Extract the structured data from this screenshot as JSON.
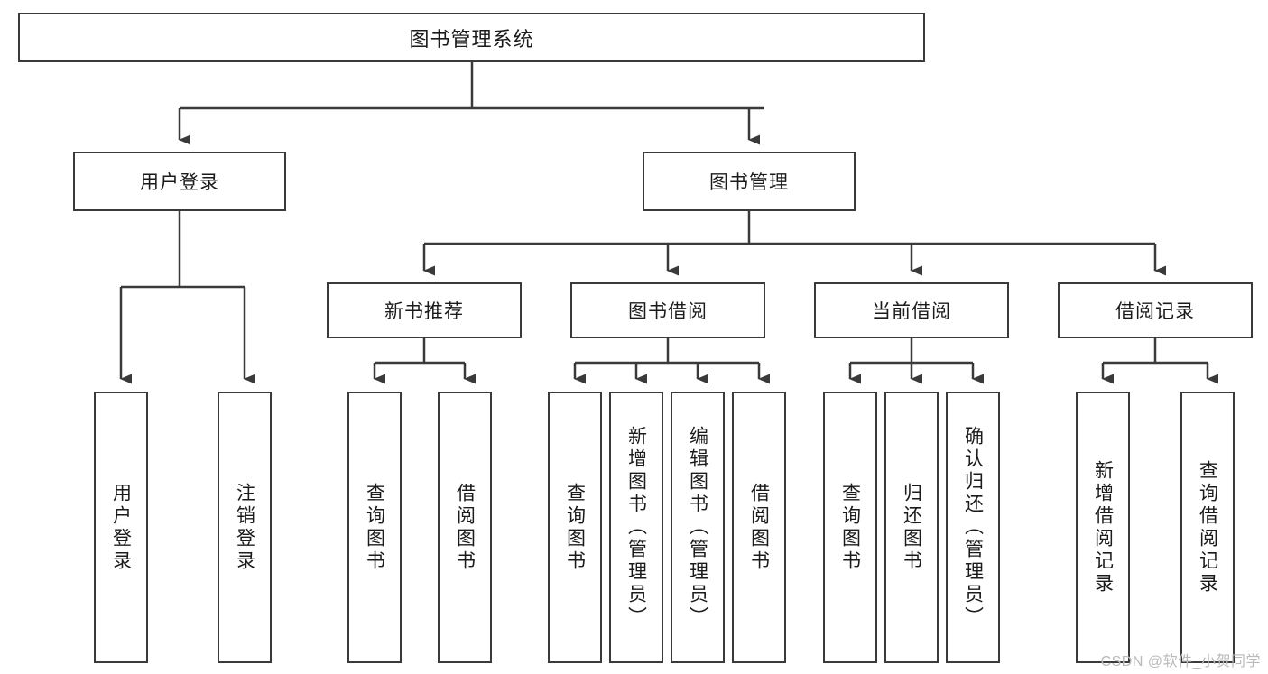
{
  "diagram": {
    "type": "tree",
    "title": "图书管理系统",
    "orientation": "top-down",
    "colors": {
      "box_border": "#3a3a3a",
      "box_fill": "#ffffff",
      "connector": "#3a3a3a",
      "text": "#1b1b1b",
      "watermark": "#b9b9b9"
    },
    "root": {
      "label": "图书管理系统"
    },
    "level2": [
      {
        "label": "用户登录"
      },
      {
        "label": "图书管理"
      }
    ],
    "level3": [
      {
        "label": "新书推荐"
      },
      {
        "label": "图书借阅"
      },
      {
        "label": "当前借阅"
      },
      {
        "label": "借阅记录"
      }
    ],
    "leaves": {
      "user_login": [
        {
          "label": "用户登录"
        },
        {
          "label": "注销登录"
        }
      ],
      "new_book": [
        {
          "label": "查询图书"
        },
        {
          "label": "借阅图书"
        }
      ],
      "book_borrow": [
        {
          "label": "查询图书"
        },
        {
          "label": "新增图书（管理员）"
        },
        {
          "label": "编辑图书（管理员）"
        },
        {
          "label": "借阅图书"
        }
      ],
      "current_borrow": [
        {
          "label": "查询图书"
        },
        {
          "label": "归还图书"
        },
        {
          "label": "确认归还（管理员）"
        }
      ],
      "borrow_record": [
        {
          "label": "新增借阅记录"
        },
        {
          "label": "查询借阅记录"
        }
      ]
    }
  },
  "watermark": {
    "text": "CSDN @软件_小贺同学"
  }
}
